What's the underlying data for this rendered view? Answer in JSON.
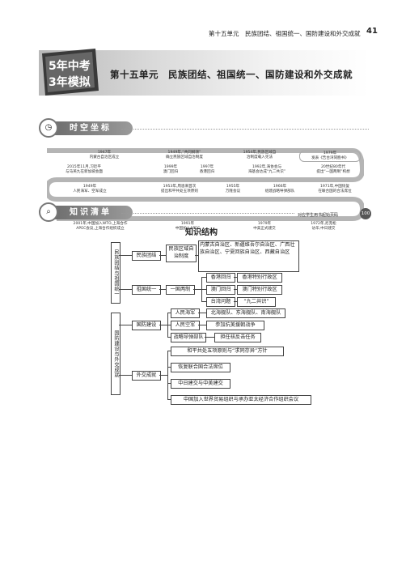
{
  "header": {
    "running_title": "第十五单元　民族团结、祖国统一、国防建设和外交成就",
    "page_number": "41"
  },
  "logo": {
    "line1": "5年中考",
    "line2": "3年模拟"
  },
  "unit_title": "第十五单元　民族团结、祖国统一、国防建设和外交成就",
  "sections": {
    "timeline_title": "时空坐标",
    "knowledge_title": "知识清单",
    "note": "对应学生用书起始页码",
    "note_badge": "100"
  },
  "timeline": {
    "row1": [
      {
        "year": "1947年",
        "text": "内蒙古自治区成立"
      },
      {
        "year": "1949年,“共同纲领”",
        "text": "确立民族区域自治制度"
      },
      {
        "year": "1954年,民族区域自",
        "text": "治制度载入宪法"
      },
      {
        "year": "1979年",
        "text": "发表《告台湾同胞书》"
      }
    ],
    "row2": [
      {
        "year": "2015年11月,习近平",
        "text": "与马英九在新加坡会面"
      },
      {
        "year": "1999年",
        "text": "澳门回归"
      },
      {
        "year": "1997年",
        "text": "香港回归"
      },
      {
        "year": "1992年,海协会与",
        "text": "海基会达成“九二共识”"
      },
      {
        "year": "20世纪80年代",
        "text": "提出“一国两制”构想"
      }
    ],
    "row3": [
      {
        "year": "1949年",
        "text": "人民海军、空军成立"
      },
      {
        "year": "1953年,周恩来首次",
        "text": "提出和平共处五项原则"
      },
      {
        "year": "1955年",
        "text": "万隆会议"
      },
      {
        "year": "1966年",
        "text": "组建战略导弹部队"
      },
      {
        "year": "1971年,中国恢复",
        "text": "在联合国的合法席位"
      }
    ],
    "row4": [
      {
        "year": "2001年,中国加入WTO,上海合作",
        "text": "APEC会议,上海合作组织成立"
      },
      {
        "year": "1991年",
        "text": "中国加入APEC"
      },
      {
        "year": "1979年",
        "text": "中美正式建交"
      },
      {
        "year": "1972年,尼克松",
        "text": "访华,中日建交"
      }
    ]
  },
  "knowledge": {
    "title": "知识结构",
    "group1": "民族团结与祖国统一",
    "group2": "国防建设与外交成就",
    "minzu": {
      "label": "民族团结",
      "system": "民族区域自治制度",
      "regions": "内蒙古自治区、新疆维吾尔自治区、广西壮族自治区、宁夏回族自治区、西藏自治区"
    },
    "tongyi": {
      "label": "祖国统一",
      "policy": "一国两制",
      "items": [
        {
          "name": "香港回归",
          "result": "香港特别行政区"
        },
        {
          "name": "澳门回归",
          "result": "澳门特别行政区"
        },
        {
          "name": "台湾问题",
          "result": "“九二共识”"
        }
      ]
    },
    "guofang": {
      "label": "国防建设",
      "items": [
        {
          "name": "人民海军",
          "result": "北海舰队、东海舰队、南海舰队"
        },
        {
          "name": "人民空军",
          "result": "参加抗美援朝战争"
        },
        {
          "name": "战略导弹部队",
          "result": "担任核反击任务"
        }
      ]
    },
    "waijiao": {
      "label": "外交成就",
      "items": [
        "和平共处五项原则与“求同存异”方针",
        "恢复联合国合法席位",
        "中日建交与中美建交",
        "中国加入世界贸易组织与承办亚太经济合作组织会议"
      ]
    }
  }
}
